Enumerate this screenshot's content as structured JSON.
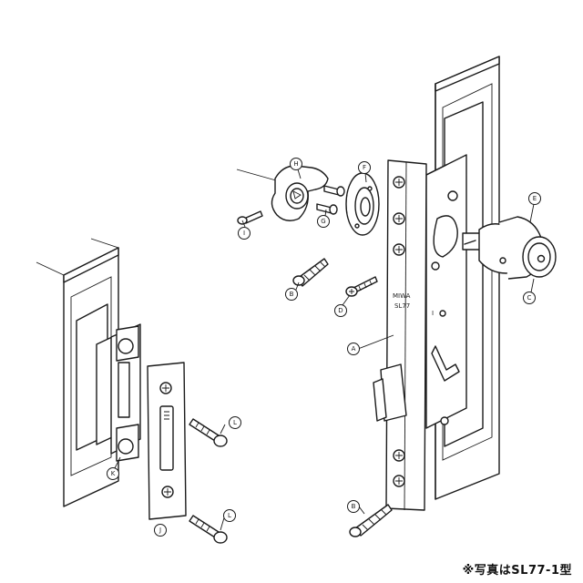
{
  "callouts": {
    "A": "A",
    "B1": "B",
    "B2": "B",
    "C": "C",
    "D": "D",
    "E": "E",
    "F": "F",
    "G": "G",
    "H": "H",
    "I": "I",
    "J": "J",
    "K": "K",
    "L1": "L",
    "L2": "L"
  },
  "plate": {
    "brand": "MIWA",
    "model": "SL77"
  },
  "caption": "※写真はSL77-1型"
}
